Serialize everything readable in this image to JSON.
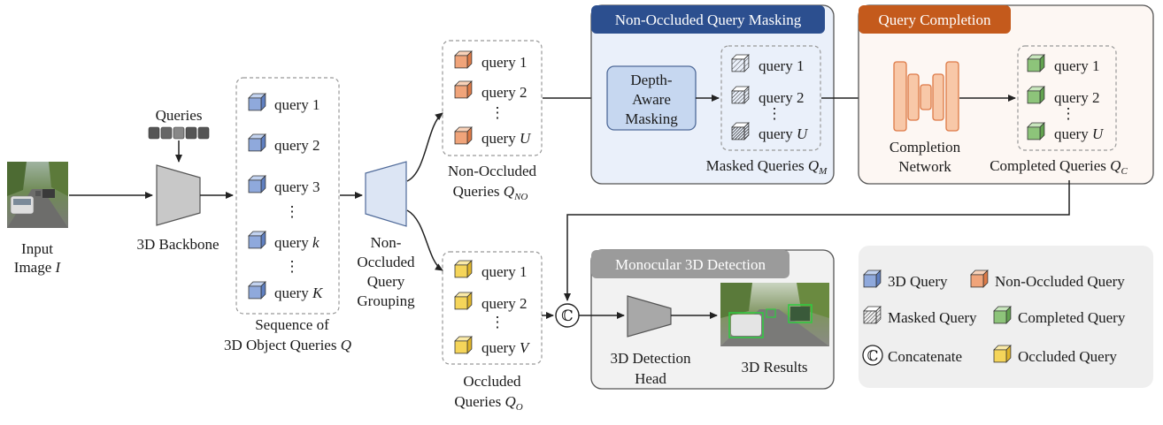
{
  "input": {
    "label_line1": "Input",
    "label_line2": "Image",
    "symbol": "I"
  },
  "queries_tokens": {
    "label": "Queries",
    "colors": [
      "#555555",
      "#666666",
      "#888888",
      "#555555",
      "#555555"
    ]
  },
  "backbone": {
    "label": "3D Backbone"
  },
  "sequence": {
    "items": [
      {
        "text": "query",
        "idx": "1",
        "italic": false
      },
      {
        "text": "query",
        "idx": "2",
        "italic": false
      },
      {
        "text": "query",
        "idx": "3",
        "italic": false
      },
      {
        "text": "query",
        "idx": "k",
        "italic": true
      },
      {
        "text": "query",
        "idx": "K",
        "italic": true
      }
    ],
    "dots": "⋮",
    "caption_line1": "Sequence of",
    "caption_line2": "3D Object Queries",
    "caption_symbol": "Q"
  },
  "grouping": {
    "lines": [
      "Non-",
      "Occluded",
      "Query",
      "Grouping"
    ]
  },
  "non_occluded": {
    "items": [
      {
        "text": "query",
        "idx": "1",
        "italic": false
      },
      {
        "text": "query",
        "idx": "2",
        "italic": false
      },
      {
        "text": "query",
        "idx": "U",
        "italic": true
      }
    ],
    "dots": "⋮",
    "caption_line1": "Non-Occluded",
    "caption_line2": "Queries",
    "caption_symbol": "Q",
    "caption_sub": "NO"
  },
  "occluded": {
    "items": [
      {
        "text": "query",
        "idx": "1",
        "italic": false
      },
      {
        "text": "query",
        "idx": "2",
        "italic": false
      },
      {
        "text": "query",
        "idx": "V",
        "italic": true
      }
    ],
    "dots": "⋮",
    "caption_line1": "Occluded",
    "caption_line2": "Queries",
    "caption_symbol": "Q",
    "caption_sub": "O"
  },
  "masking_panel": {
    "title": "Non-Occluded Query Masking",
    "title_color": "#2c4f8f",
    "block_lines": [
      "Depth-",
      "Aware",
      "Masking"
    ],
    "items": [
      {
        "text": "query",
        "idx": "1",
        "italic": false
      },
      {
        "text": "query",
        "idx": "2",
        "italic": false
      },
      {
        "text": "query",
        "idx": "U",
        "italic": true
      }
    ],
    "dots": "⋮",
    "caption": "Masked Queries",
    "caption_symbol": "Q",
    "caption_sub": "M"
  },
  "completion_panel": {
    "title": "Query Completion",
    "title_color": "#c45a1c",
    "network_line1": "Completion",
    "network_line2": "Network",
    "items": [
      {
        "text": "query",
        "idx": "1",
        "italic": false
      },
      {
        "text": "query",
        "idx": "2",
        "italic": false
      },
      {
        "text": "query",
        "idx": "U",
        "italic": true
      }
    ],
    "dots": "⋮",
    "caption": "Completed Queries",
    "caption_symbol": "Q",
    "caption_sub": "C"
  },
  "detection_panel": {
    "title": "Monocular 3D Detection",
    "title_color": "#9b9b9b",
    "concat_symbol": "ℂ",
    "head_line1": "3D Detection",
    "head_line2": "Head",
    "results_label": "3D Results"
  },
  "legend": {
    "items": [
      {
        "label": "3D Query",
        "kind": "blue"
      },
      {
        "label": "Non-Occluded Query",
        "kind": "orange"
      },
      {
        "label": "Masked Query",
        "kind": "masked"
      },
      {
        "label": "Completed Query",
        "kind": "green"
      },
      {
        "label": "Concatenate",
        "kind": "concat"
      },
      {
        "label": "Occluded Query",
        "kind": "yellow"
      }
    ],
    "concat_symbol": "ℂ"
  },
  "colors": {
    "blue_front": "#8fa9dc",
    "blue_top": "#c3d3f0",
    "blue_side": "#5f7fc0",
    "orange_front": "#f0a47a",
    "orange_top": "#f9d2b9",
    "orange_side": "#dd7a47",
    "yellow_front": "#f5d55a",
    "yellow_top": "#faeaa8",
    "yellow_side": "#e0b52a",
    "green_front": "#8dc47a",
    "green_top": "#c8e6bd",
    "green_side": "#62a24f",
    "masking_panel_bg": "#eaf0fa",
    "completion_panel_bg": "#fdf7f3",
    "detection_panel_bg": "#f2f2f2",
    "legend_bg": "#efefef"
  }
}
